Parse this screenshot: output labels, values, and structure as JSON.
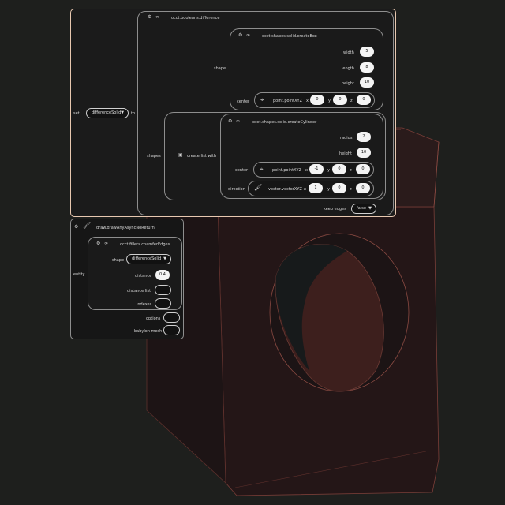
{
  "blocks": {
    "set": {
      "label_set": "set",
      "variable": "differenceSolid",
      "label_to": "to"
    },
    "difference": {
      "title": "occt.booleans.difference",
      "shape_label": "shape",
      "shapes_label": "shapes",
      "keep_edges_label": "keep edges",
      "keep_edges_value": "false",
      "create_list_label": "create list with"
    },
    "box": {
      "title": "occt.shapes.solid.createBox",
      "width_label": "width",
      "width_value": "5",
      "length_label": "length",
      "length_value": "8",
      "height_label": "height",
      "height_value": "10",
      "center_label": "center",
      "point_title": "point.pointXYZ",
      "x_label": "x",
      "x_value": "0",
      "y_label": "y",
      "y_value": "0",
      "z_label": "z",
      "z_value": "0"
    },
    "cylinder": {
      "title": "occt.shapes.solid.createCylinder",
      "radius_label": "radius",
      "radius_value": "2",
      "height_label": "height",
      "height_value": "10",
      "center_label": "center",
      "point_title": "point.pointXYZ",
      "cx_label": "x",
      "cx_value": "-1",
      "cy_label": "y",
      "cy_value": "0",
      "cz_label": "z",
      "cz_value": "0",
      "direction_label": "direction",
      "vector_title": "vector.vectorXYZ",
      "dx_label": "x",
      "dx_value": "1",
      "dy_label": "y",
      "dy_value": "0",
      "dz_label": "z",
      "dz_value": "0"
    },
    "draw": {
      "title": "draw.drawAnyAsyncNoReturn",
      "entity_label": "entity",
      "options_label": "options",
      "babylon_mesh_label": "babylon mesh"
    },
    "chamfer": {
      "title": "occt.fillets.chamferEdges",
      "shape_label": "shape",
      "shape_value": "differenceSolid",
      "distance_label": "distance",
      "distance_value": "0.4",
      "distance_list_label": "distance list",
      "indexes_label": "indexes"
    }
  },
  "colors": {
    "background": "#1e1f1d",
    "block_fill": "#1b1b1b",
    "block_border": "#e8c8b0",
    "inner_border": "#8e8e8e",
    "solid_edge": "#6c3a34",
    "solid_fill": "#3a1f1c"
  },
  "icons": [
    "gear-icon",
    "link-icon",
    "paint-brush-icon",
    "crosshair-icon",
    "dropdown-arrow-icon",
    "list-icon"
  ]
}
